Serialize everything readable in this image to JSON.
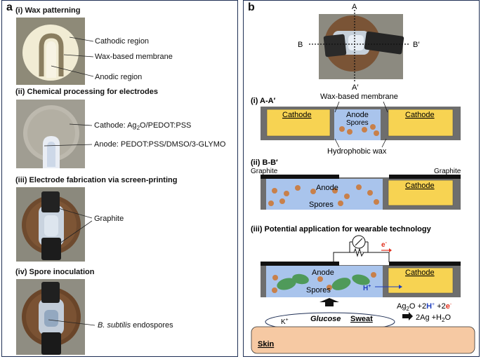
{
  "panel_a": {
    "label": "a",
    "step1": {
      "title": "(i) Wax patterning",
      "labels": [
        "Cathodic region",
        "Wax-based membrane",
        "Anodic region"
      ]
    },
    "step2": {
      "title": "(ii) Chemical processing for electrodes",
      "cathode_prefix": "Cathode: Ag",
      "cathode_sub": "2",
      "cathode_suffix": "O/PEDOT:PSS",
      "anode": "Anode: PEDOT:PSS/DMSO/3-GLYMO"
    },
    "step3": {
      "title": "(iii) Electrode fabrication via screen-printing",
      "label": "Graphite"
    },
    "step4": {
      "title": "(iv) Spore inoculation",
      "label_italic": "B. subtilis",
      "label_rest": " endospores"
    }
  },
  "panel_b": {
    "label": "b",
    "axis_labels": {
      "a_top": "A",
      "a_bottom": "A′",
      "b_left": "B",
      "b_right": "B′"
    },
    "section1": {
      "title": "(i) A-A′",
      "membrane": "Wax-based membrane",
      "cathode_left": "Cathode",
      "anode": "Anode",
      "spores": "Spores",
      "cathode_right": "Cathode",
      "wax": "Hydrophobic wax"
    },
    "section2": {
      "title": "(ii) B-B′",
      "graphite_left": "Graphite",
      "graphite_right": "Graphite",
      "anode": "Anode",
      "spores": "Spores",
      "cathode": "Cathode"
    },
    "section3": {
      "title": "(iii) Potential application for wearable technology",
      "electron": "e",
      "anode": "Anode",
      "cathode": "Cathode",
      "spores": "Spores",
      "proton": "H",
      "reaction1": {
        "p1": "Ag",
        "sub": "2",
        "p2": "O +2",
        "h": "H",
        "p3": " +2",
        "e": "e"
      },
      "reaction2": {
        "p1": "2Ag +H",
        "sub": "2",
        "p2": "O"
      },
      "potassium": "K",
      "glucose": "Glucose",
      "sweat": "Sweat",
      "skin": "Skin"
    }
  },
  "colors": {
    "frame": "#1f2f55",
    "electrode_yellow": "#f7d352",
    "electrolyte_blue": "#a9c4ec",
    "wax_gray": "#6e6e6e",
    "graphite_black": "#111111",
    "skin": "#f6c9a3",
    "spore": "#c8804a",
    "biofilm_green": "#4f9a5a",
    "electron_red": "#e0301e",
    "proton_blue": "#1f3fbf"
  }
}
